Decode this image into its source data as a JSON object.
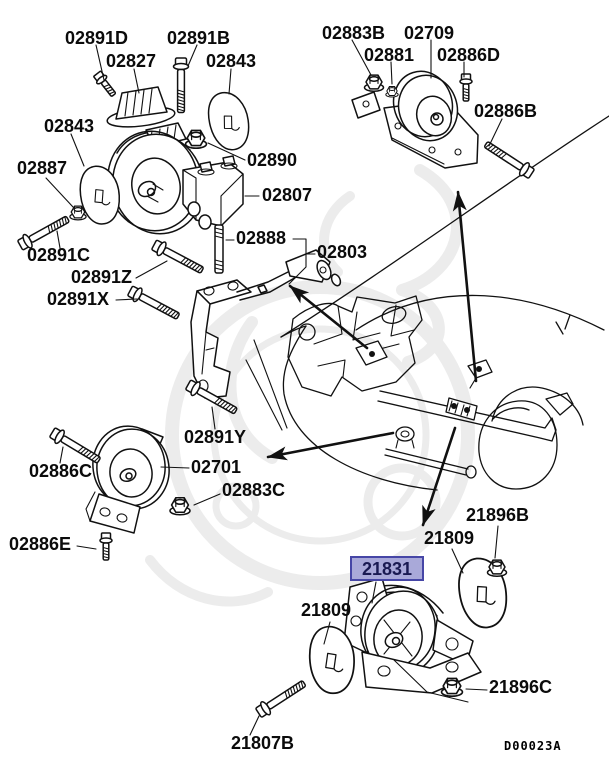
{
  "diagram": {
    "code": "D00023A",
    "highlighted_part": "21831",
    "colors": {
      "line": "#111111",
      "background": "#ffffff",
      "watermark": "#ececec",
      "highlight_fill": "#a9a9d9",
      "highlight_border": "#4646a6",
      "highlight_text": "#1a1a52"
    },
    "labels": [
      {
        "part": "02891D"
      },
      {
        "part": "02891B"
      },
      {
        "part": "02827"
      },
      {
        "part": "02843"
      },
      {
        "part": "02883B"
      },
      {
        "part": "02709"
      },
      {
        "part": "02881"
      },
      {
        "part": "02886D"
      },
      {
        "part": "02886B"
      },
      {
        "part": "02843"
      },
      {
        "part": "02887"
      },
      {
        "part": "02890"
      },
      {
        "part": "02807"
      },
      {
        "part": "02888"
      },
      {
        "part": "02803"
      },
      {
        "part": "02891C"
      },
      {
        "part": "02891Z"
      },
      {
        "part": "02891X"
      },
      {
        "part": "02891Y"
      },
      {
        "part": "02886C"
      },
      {
        "part": "02701"
      },
      {
        "part": "02883C"
      },
      {
        "part": "02886E"
      },
      {
        "part": "21896B"
      },
      {
        "part": "21809"
      },
      {
        "part": "21831"
      },
      {
        "part": "21809"
      },
      {
        "part": "21896C"
      },
      {
        "part": "21807B"
      }
    ]
  }
}
